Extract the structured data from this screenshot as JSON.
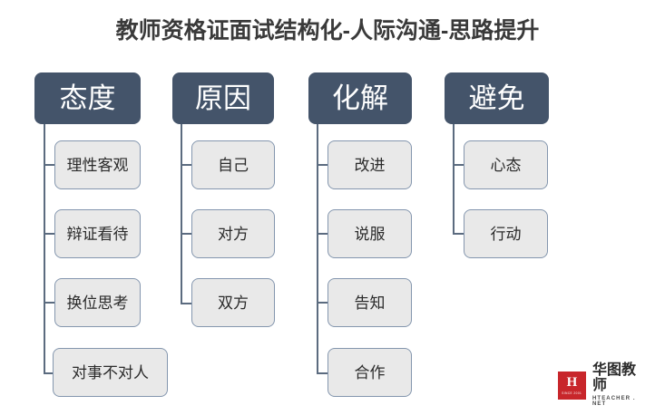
{
  "slide": {
    "title": "教师资格证面试结构化-人际沟通-思路提升",
    "background_color": "#ffffff",
    "header_color": "#44546a",
    "item_color": "#e9e9e9",
    "item_border_color": "#8496ae",
    "connector_color": "#5b6b7f",
    "title_color": "#3a3a3a"
  },
  "columns": [
    {
      "header": "态度",
      "items": [
        {
          "label": "理性客观"
        },
        {
          "label": "辩证看待"
        },
        {
          "label": "换位思考"
        },
        {
          "label": "对事不对人"
        }
      ]
    },
    {
      "header": "原因",
      "items": [
        {
          "label": "自己"
        },
        {
          "label": "对方"
        },
        {
          "label": "双方"
        }
      ]
    },
    {
      "header": "化解",
      "items": [
        {
          "label": "改进"
        },
        {
          "label": "说服"
        },
        {
          "label": "告知"
        },
        {
          "label": "合作"
        }
      ]
    },
    {
      "header": "避免",
      "items": [
        {
          "label": "心态"
        },
        {
          "label": "行动"
        }
      ]
    }
  ],
  "logo": {
    "mark_glyph": "H",
    "mark_year": "SINCE 2001",
    "brand_cn": "华图教师",
    "brand_en": "HTEACHER . NET",
    "mark_color": "#c8262b"
  }
}
